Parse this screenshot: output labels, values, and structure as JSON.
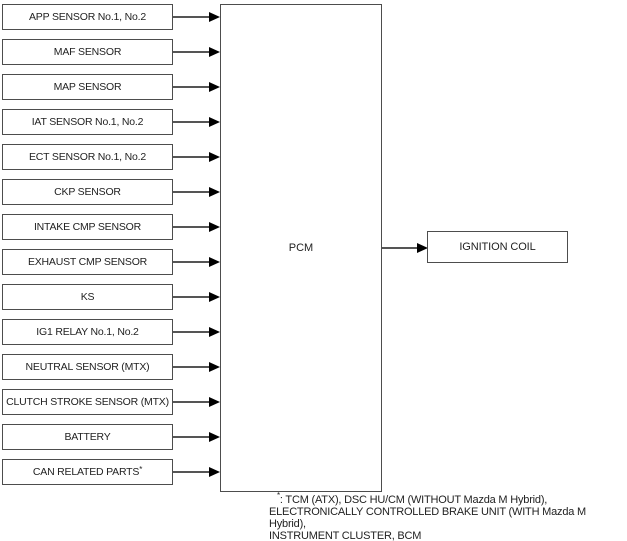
{
  "diagram": {
    "inputs": [
      {
        "label": "APP SENSOR No.1, No.2",
        "sup": ""
      },
      {
        "label": "MAF SENSOR",
        "sup": ""
      },
      {
        "label": "MAP SENSOR",
        "sup": ""
      },
      {
        "label": "IAT SENSOR No.1, No.2",
        "sup": ""
      },
      {
        "label": "ECT SENSOR No.1, No.2",
        "sup": ""
      },
      {
        "label": "CKP SENSOR",
        "sup": ""
      },
      {
        "label": "INTAKE CMP SENSOR",
        "sup": ""
      },
      {
        "label": "EXHAUST CMP SENSOR",
        "sup": ""
      },
      {
        "label": "KS",
        "sup": ""
      },
      {
        "label": "IG1 RELAY No.1, No.2",
        "sup": ""
      },
      {
        "label": "NEUTRAL SENSOR (MTX)",
        "sup": ""
      },
      {
        "label": "CLUTCH STROKE SENSOR (MTX)",
        "sup": ""
      },
      {
        "label": "BATTERY",
        "sup": ""
      },
      {
        "label": "CAN RELATED PARTS",
        "sup": "*"
      }
    ],
    "pcm_label": "PCM",
    "output": {
      "label": "IGNITION COIL"
    },
    "colors": {
      "background": "#ffffff",
      "box_border": "#4d4d4d",
      "arrow_line": "#555555",
      "arrow_head": "#000000",
      "text": "#222222"
    }
  },
  "footnote": {
    "marker": "*",
    "lines": [
      ": TCM (ATX), DSC HU/CM (WITHOUT Mazda M Hybrid),",
      "ELECTRONICALLY CONTROLLED BRAKE UNIT (WITH Mazda M Hybrid),",
      "INSTRUMENT CLUSTER, BCM"
    ]
  }
}
